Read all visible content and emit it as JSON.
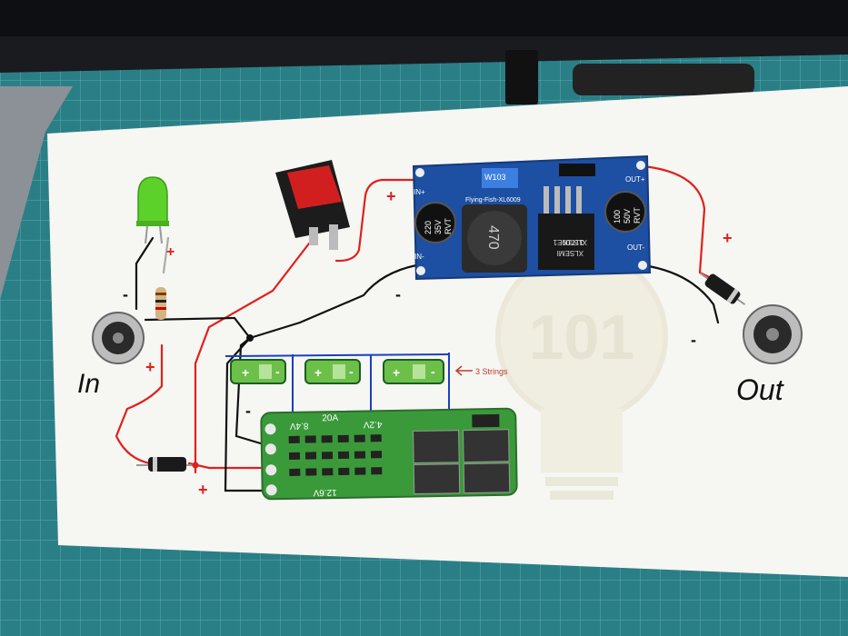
{
  "labels": {
    "in_label": "In",
    "out_label": "Out",
    "strings_label": "3 Strings"
  },
  "boost": {
    "in_plus": "IN+",
    "in_minus": "IN-",
    "out_plus": "OUT+",
    "out_minus": "OUT-",
    "brand": "Flying-Fish-XL6009",
    "cap_left": [
      "220",
      "35V",
      "RVT"
    ],
    "cap_right": [
      "100",
      "50V",
      "RVT"
    ],
    "inductor": "470",
    "chip": [
      "XL6009E1",
      "3171K",
      "XLSEMI"
    ],
    "pot": "W103"
  },
  "bms": {
    "v1": "8.4V",
    "v2": "4.2V",
    "v3": "12.6V",
    "current": "20A"
  },
  "cells": {
    "plus": "+",
    "minus": "-"
  },
  "polarity": {
    "plus": "+",
    "minus": "-"
  },
  "watermark": "101",
  "colors": {
    "wire_red": "#e0201c",
    "wire_black": "#111111",
    "pcb_blue": "#1d4fa3",
    "pcb_green": "#3a9a3a",
    "mat": "#1f6f74"
  }
}
